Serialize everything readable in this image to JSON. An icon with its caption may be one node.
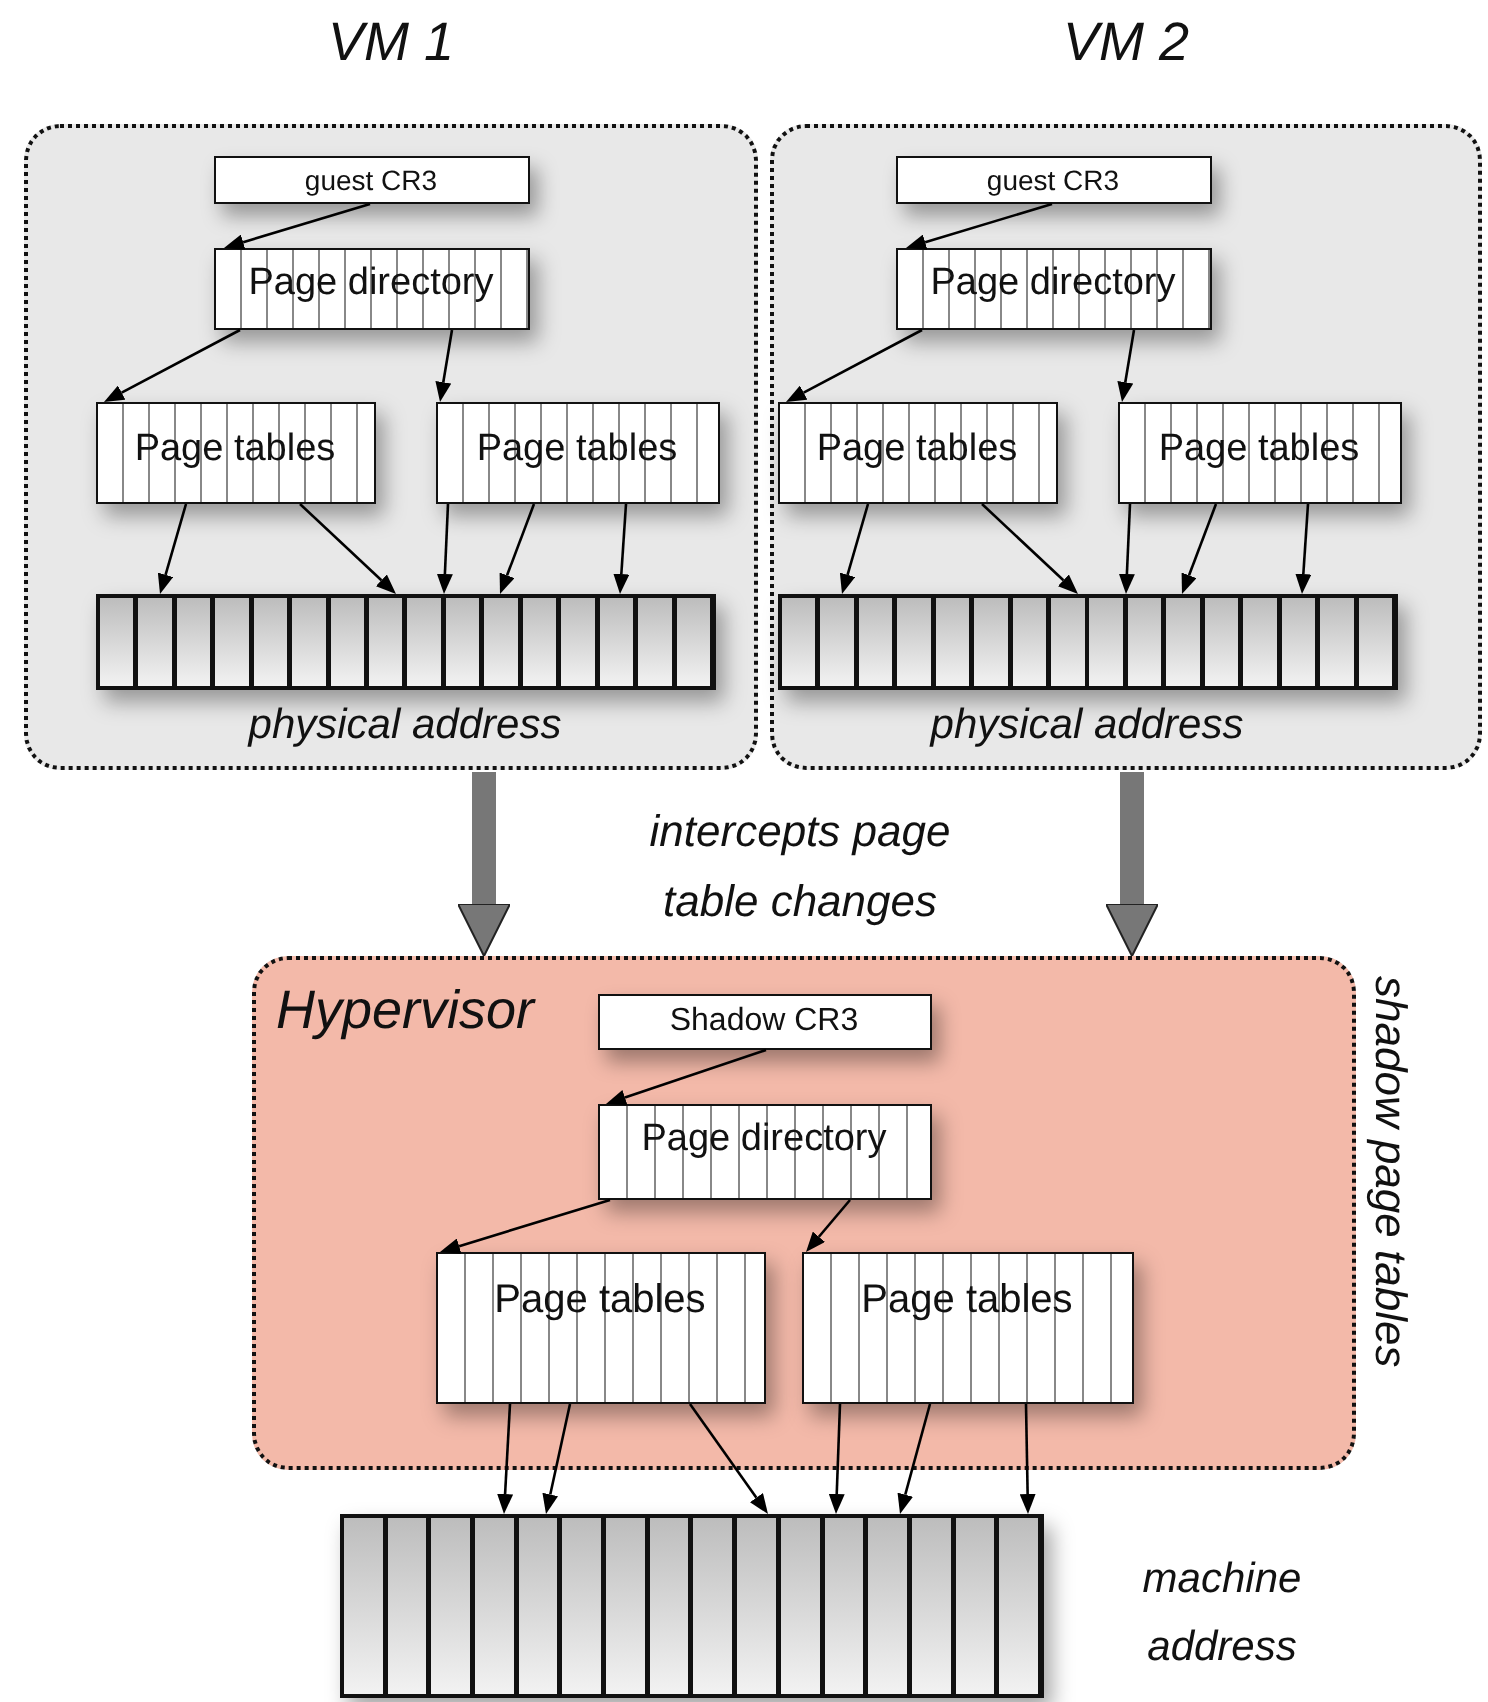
{
  "diagram": {
    "nodes": [
      {
        "text": [
          "VM 1"
        ]
      },
      {
        "text": [
          "guest CR3"
        ],
        "in": 0
      },
      {
        "text": [
          "Page directory"
        ],
        "in": 0
      },
      {
        "text": [
          "Page tables"
        ],
        "in": 0
      },
      {
        "text": [
          "Page tables"
        ],
        "in": 0
      },
      {
        "text": [],
        "shape": "bar",
        "in": 0,
        "beside": [
          "physical address"
        ]
      },
      {
        "text": [
          "VM 2"
        ]
      },
      {
        "text": [
          "guest CR3"
        ],
        "in": 6
      },
      {
        "text": [
          "Page directory"
        ],
        "in": 6
      },
      {
        "text": [
          "Page tables"
        ],
        "in": 6
      },
      {
        "text": [
          "Page tables"
        ],
        "in": 6
      },
      {
        "text": [],
        "shape": "bar",
        "in": 6,
        "beside": [
          "physical address"
        ]
      },
      {
        "text": [
          "Hypervisor"
        ],
        "beside": [
          "shadow page tables"
        ]
      },
      {
        "text": [
          "Shadow CR3"
        ],
        "in": 12
      },
      {
        "text": [
          "Page directory"
        ],
        "in": 12
      },
      {
        "text": [
          "Page tables"
        ],
        "in": 12
      },
      {
        "text": [
          "Page tables"
        ],
        "in": 12
      },
      {
        "text": [],
        "shape": "bar",
        "beside": [
          "machine address"
        ]
      }
    ],
    "edges": [
      {
        "from": 1,
        "to": 2,
        "arrow": "to"
      },
      {
        "from": 2,
        "to": 3,
        "arrow": "to"
      },
      {
        "from": 2,
        "to": 4,
        "arrow": "to"
      },
      {
        "from": 3,
        "to": 5,
        "arrow": "to"
      },
      {
        "from": 3,
        "to": 5,
        "arrow": "to"
      },
      {
        "from": 4,
        "to": 5,
        "arrow": "to"
      },
      {
        "from": 4,
        "to": 5,
        "arrow": "to"
      },
      {
        "from": 4,
        "to": 5,
        "arrow": "to"
      },
      {
        "from": 7,
        "to": 8,
        "arrow": "to"
      },
      {
        "from": 8,
        "to": 9,
        "arrow": "to"
      },
      {
        "from": 8,
        "to": 10,
        "arrow": "to"
      },
      {
        "from": 9,
        "to": 11,
        "arrow": "to"
      },
      {
        "from": 9,
        "to": 11,
        "arrow": "to"
      },
      {
        "from": 10,
        "to": 11,
        "arrow": "to"
      },
      {
        "from": 10,
        "to": 11,
        "arrow": "to"
      },
      {
        "from": 10,
        "to": 11,
        "arrow": "to"
      },
      {
        "from": 0,
        "to": 12,
        "arrow": "to",
        "style": "thick",
        "color": "#777777"
      },
      {
        "from": 6,
        "to": 12,
        "arrow": "to",
        "style": "thick",
        "color": "#777777"
      },
      {
        "from": 13,
        "to": 14,
        "arrow": "to"
      },
      {
        "from": 14,
        "to": 15,
        "arrow": "to"
      },
      {
        "from": 14,
        "to": 16,
        "arrow": "to"
      },
      {
        "from": 15,
        "to": 17,
        "arrow": "to"
      },
      {
        "from": 15,
        "to": 17,
        "arrow": "to"
      },
      {
        "from": 15,
        "to": 17,
        "arrow": "to"
      },
      {
        "from": 16,
        "to": 17,
        "arrow": "to"
      },
      {
        "from": 16,
        "to": 17,
        "arrow": "to"
      },
      {
        "from": 16,
        "to": 17,
        "arrow": "to"
      }
    ],
    "labels": [
      "intercepts page table changes"
    ]
  }
}
